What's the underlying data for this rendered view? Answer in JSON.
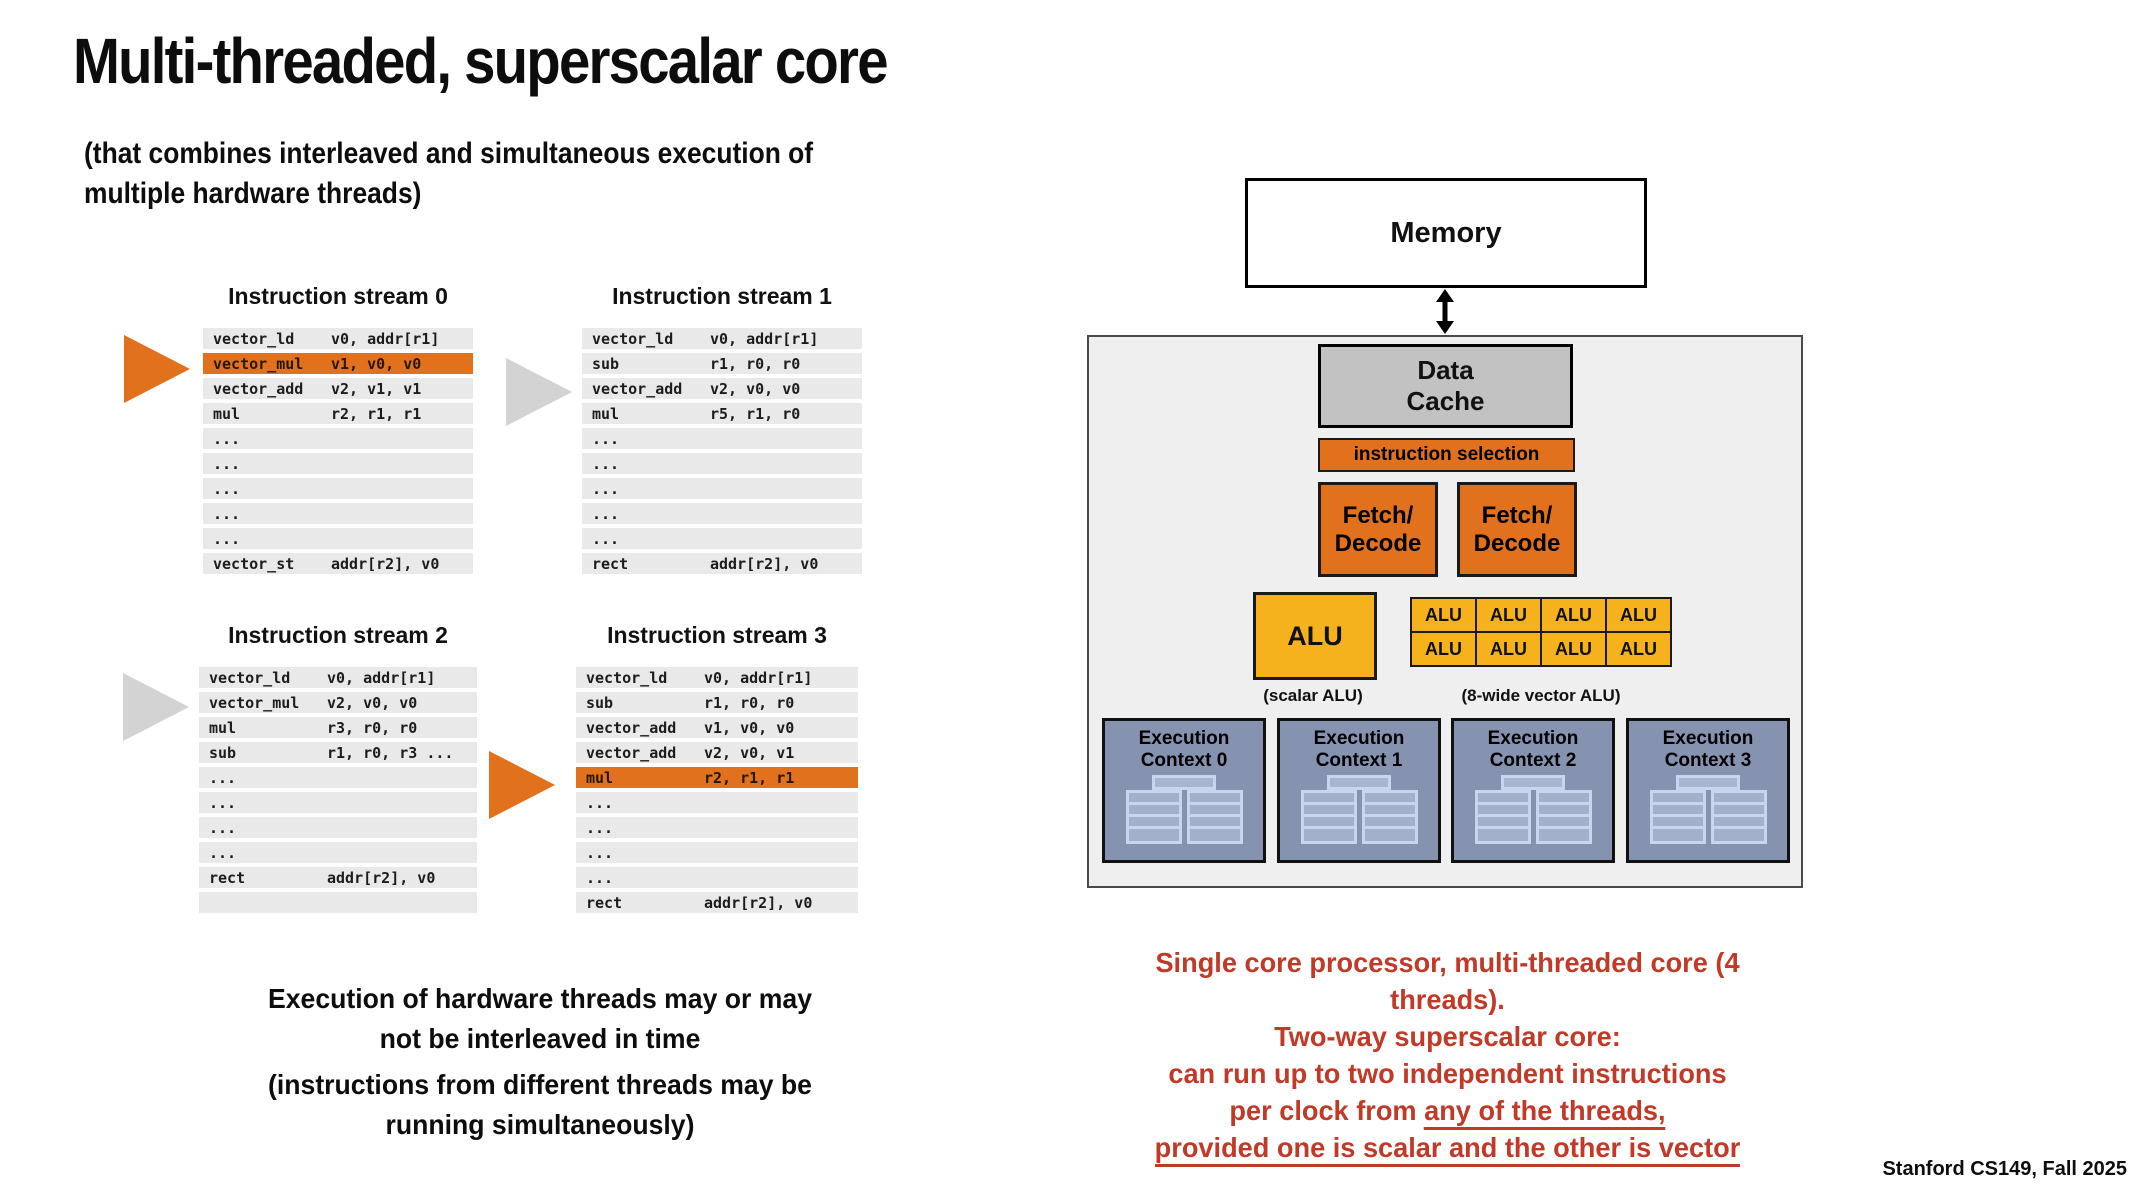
{
  "colors": {
    "accent_orange": "#E2711D",
    "alu_yellow": "#F6B21D",
    "cache_gray": "#C2C2C2",
    "core_bg": "#EFEFEF",
    "context_blue": "#8593B1",
    "red_text": "#C13A27",
    "gray_arrow": "#D3D3D3",
    "row_gray": "#E9E9E9"
  },
  "header": {
    "title": "Multi-threaded, superscalar core",
    "subtitle_lines": [
      "(that combines interleaved and simultaneous execution of",
      "multiple hardware threads)"
    ]
  },
  "streams": [
    {
      "label": "Instruction stream 0",
      "highlight_row": 1,
      "arrow": {
        "color": "orange"
      },
      "rows": [
        {
          "op": "vector_ld",
          "args": "v0, addr[r1]"
        },
        {
          "op": "vector_mul",
          "args": "v1, v0, v0"
        },
        {
          "op": "vector_add",
          "args": "v2, v1, v1"
        },
        {
          "op": "mul",
          "args": "r2, r1, r1"
        },
        {
          "op": "...",
          "args": ""
        },
        {
          "op": "...",
          "args": ""
        },
        {
          "op": "...",
          "args": ""
        },
        {
          "op": "...",
          "args": ""
        },
        {
          "op": "...",
          "args": ""
        },
        {
          "op": "vector_st",
          "args": "addr[r2], v0"
        }
      ]
    },
    {
      "label": "Instruction stream 1",
      "highlight_row": -1,
      "arrow": {
        "color": "gray"
      },
      "rows": [
        {
          "op": "vector_ld",
          "args": "v0, addr[r1]"
        },
        {
          "op": "sub",
          "args": "r1, r0, r0"
        },
        {
          "op": "vector_add",
          "args": "v2, v0, v0"
        },
        {
          "op": "mul",
          "args": "r5, r1, r0"
        },
        {
          "op": "...",
          "args": ""
        },
        {
          "op": "...",
          "args": ""
        },
        {
          "op": "...",
          "args": ""
        },
        {
          "op": "...",
          "args": ""
        },
        {
          "op": "...",
          "args": ""
        },
        {
          "op": "rect",
          "args": "addr[r2], v0"
        }
      ]
    },
    {
      "label": "Instruction stream 2",
      "highlight_row": -1,
      "arrow": {
        "color": "gray"
      },
      "rows": [
        {
          "op": "vector_ld",
          "args": "v0, addr[r1]"
        },
        {
          "op": "vector_mul",
          "args": "v2, v0, v0"
        },
        {
          "op": "mul",
          "args": "r3, r0, r0"
        },
        {
          "op": "sub",
          "args": "r1, r0, r3 ..."
        },
        {
          "op": "...",
          "args": ""
        },
        {
          "op": "...",
          "args": ""
        },
        {
          "op": "...",
          "args": ""
        },
        {
          "op": "...",
          "args": ""
        },
        {
          "op": "rect",
          "args": "addr[r2], v0"
        },
        {
          "op": "",
          "args": ""
        }
      ]
    },
    {
      "label": "Instruction stream 3",
      "highlight_row": 4,
      "arrow": {
        "color": "orange"
      },
      "rows": [
        {
          "op": "vector_ld",
          "args": "v0, addr[r1]"
        },
        {
          "op": "sub",
          "args": "r1, r0, r0"
        },
        {
          "op": "vector_add",
          "args": "v1, v0, v0"
        },
        {
          "op": "vector_add",
          "args": "v2, v0, v1"
        },
        {
          "op": "mul",
          "args": "r2, r1, r1"
        },
        {
          "op": "...",
          "args": ""
        },
        {
          "op": "...",
          "args": ""
        },
        {
          "op": "...",
          "args": ""
        },
        {
          "op": "...",
          "args": ""
        },
        {
          "op": "rect",
          "args": "addr[r2], v0"
        }
      ]
    }
  ],
  "left_note": {
    "lines": [
      "Execution of hardware threads may or may",
      "not be interleaved in time",
      "(instructions from different threads may be",
      "running simultaneously)"
    ]
  },
  "diagram": {
    "memory_label": "Memory",
    "data_cache_lines": [
      "Data",
      "Cache"
    ],
    "instruction_selection_label": "instruction selection",
    "fetch_decode_lines": [
      "Fetch/",
      "Decode"
    ],
    "scalar_alu_label": "ALU",
    "scalar_alu_caption": "(scalar ALU)",
    "vector_alu_cell_label": "ALU",
    "vector_alu_cells": 8,
    "vector_alu_caption": "(8-wide vector ALU)",
    "execution_contexts": [
      {
        "lines": [
          "Execution",
          "Context 0"
        ]
      },
      {
        "lines": [
          "Execution",
          "Context 1"
        ]
      },
      {
        "lines": [
          "Execution",
          "Context 2"
        ]
      },
      {
        "lines": [
          "Execution",
          "Context 3"
        ]
      }
    ]
  },
  "red_note": {
    "lines": [
      [
        {
          "text": "Single core processor, multi-threaded core (4 threads).",
          "underline": false
        }
      ],
      [
        {
          "text": "Two-way superscalar core:",
          "underline": false
        }
      ],
      [
        {
          "text": "can run up to two independent instructions",
          "underline": false
        }
      ],
      [
        {
          "text": "per clock from ",
          "underline": false
        },
        {
          "text": "any of the threads,",
          "underline": true
        }
      ],
      [
        {
          "text": "provided one is scalar and the other is vector",
          "underline": true
        }
      ]
    ]
  },
  "footer": "Stanford CS149, Fall 2025"
}
